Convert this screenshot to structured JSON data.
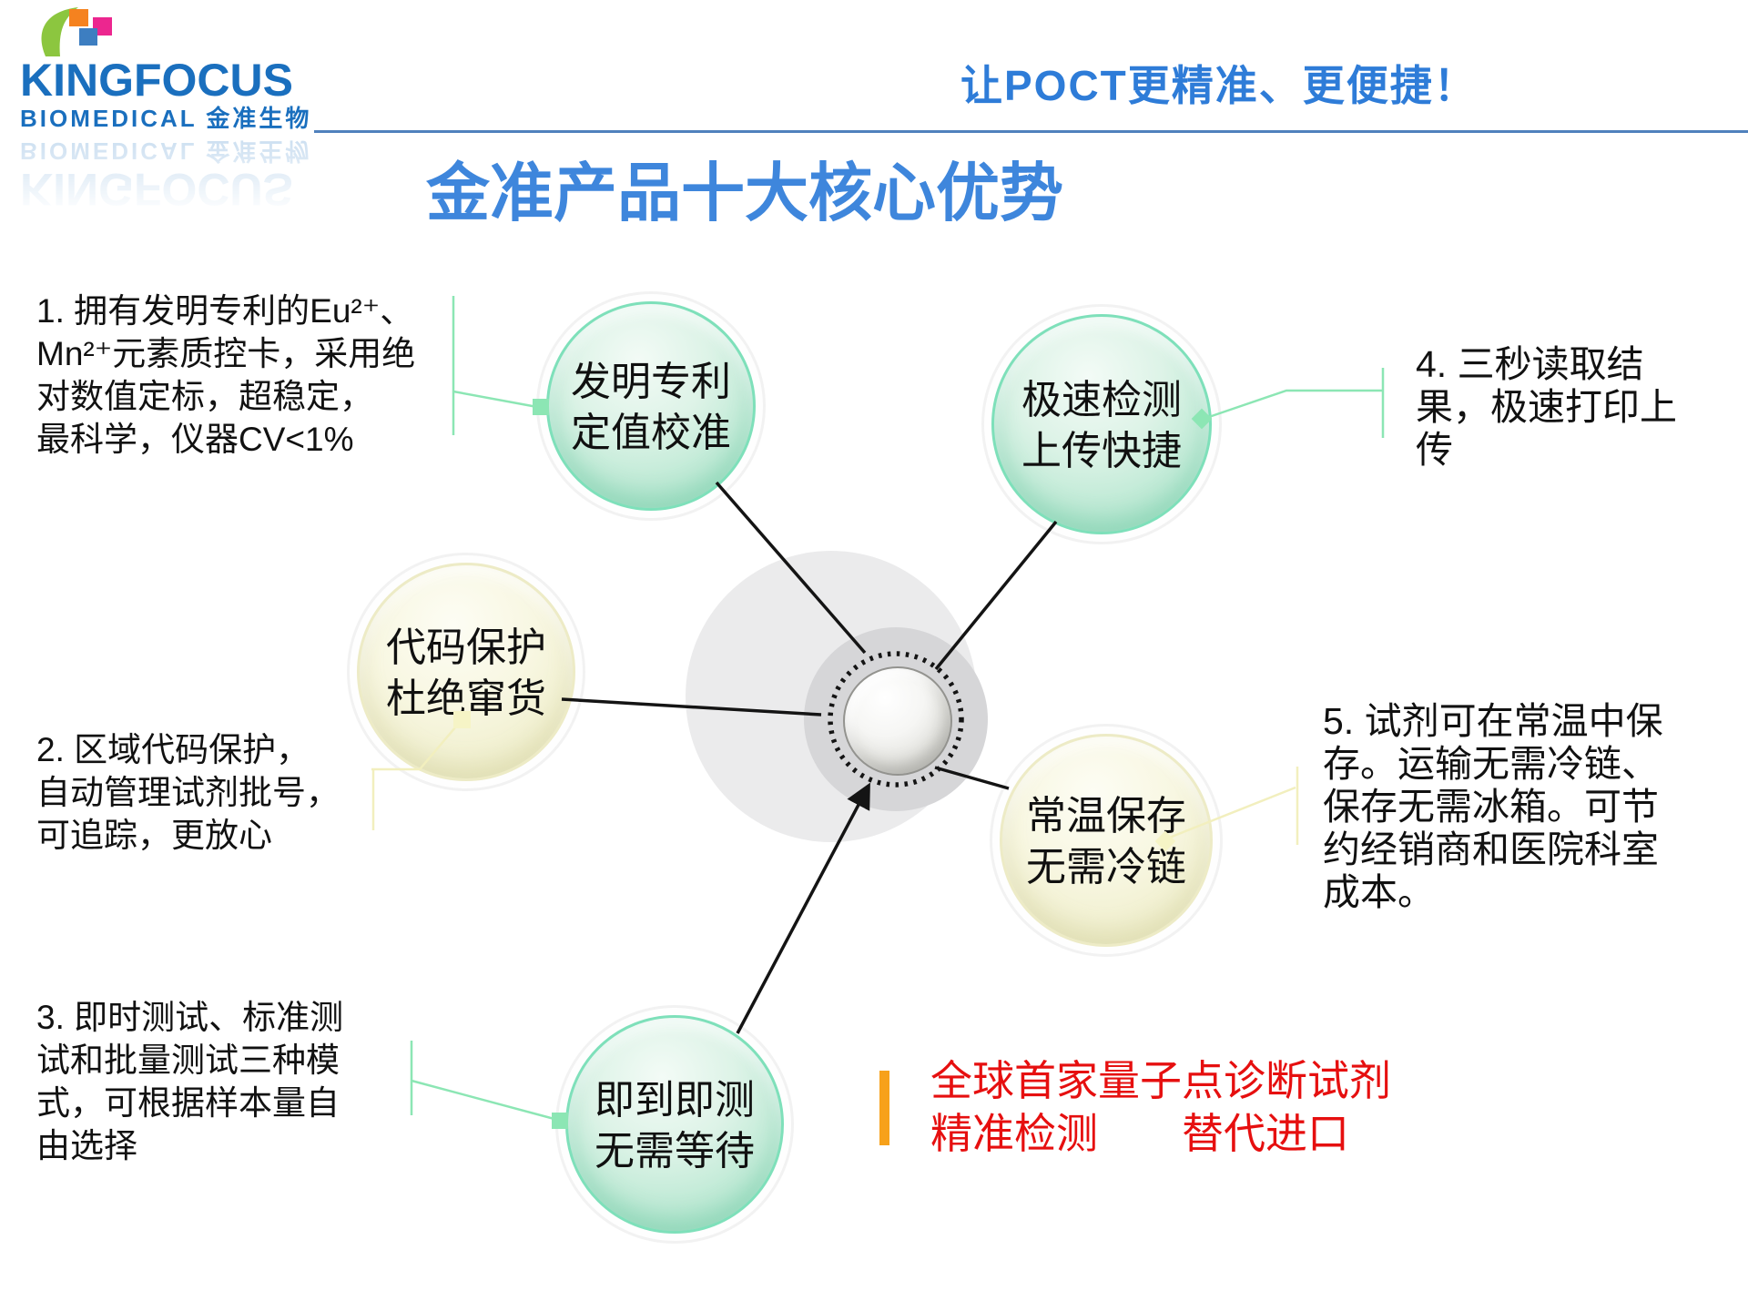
{
  "header": {
    "logo": {
      "brand": "KINGFOCUS",
      "sub": "BIOMEDICAL 金准生物"
    },
    "slogan": "让POCT更精准、更便捷！",
    "title": "金准产品十大核心优势"
  },
  "bubbles": [
    {
      "label": "patent",
      "theme": "mint",
      "line1": "发明专利",
      "line2": "定值校准"
    },
    {
      "label": "speed",
      "theme": "mint",
      "line1": "极速检测",
      "line2": "上传快捷"
    },
    {
      "label": "code",
      "theme": "cream",
      "line1": "代码保护",
      "line2": "杜绝窜货"
    },
    {
      "label": "storage",
      "theme": "cream",
      "line1": "常温保存",
      "line2": "无需冷链"
    },
    {
      "label": "instant",
      "theme": "mint",
      "line1": "即到即测",
      "line2": "无需等待"
    }
  ],
  "notes": [
    {
      "lines": [
        "1.  拥有发明专利的Eu²⁺、",
        "Mn²⁺元素质控卡，采用绝",
        "对数值定标，超稳定，",
        "最科学，仪器CV<1%"
      ]
    },
    {
      "lines": [
        "2.  区域代码保护，",
        "自动管理试剂批号，",
        "可追踪，更放心"
      ]
    },
    {
      "lines": [
        "3.  即时测试、标准测",
        "试和批量测试三种模",
        "式，可根据样本量自",
        "由选择"
      ]
    },
    {
      "lines": [
        "4.  三秒读取结",
        "果，极速打印上",
        "传"
      ]
    },
    {
      "lines": [
        "5.  试剂可在常温中保",
        "存。运输无需冷链、",
        "保存无需冰箱。可节",
        "约经销商和医院科室",
        "成本。"
      ]
    }
  ],
  "footer": {
    "line1": "全球首家量子点诊断试剂",
    "line2": "精准检测　　替代进口"
  },
  "colors": {
    "title_blue": "#3E86DC",
    "slogan_blue": "#2E7CD8",
    "logo_blue": "#1A6FBE",
    "divider_blue": "#4F81BD",
    "mint": "#7EE0BA",
    "cream": "#EDEBC6",
    "footer_red": "#E60F0F",
    "footer_orange": "#F7A11A"
  }
}
